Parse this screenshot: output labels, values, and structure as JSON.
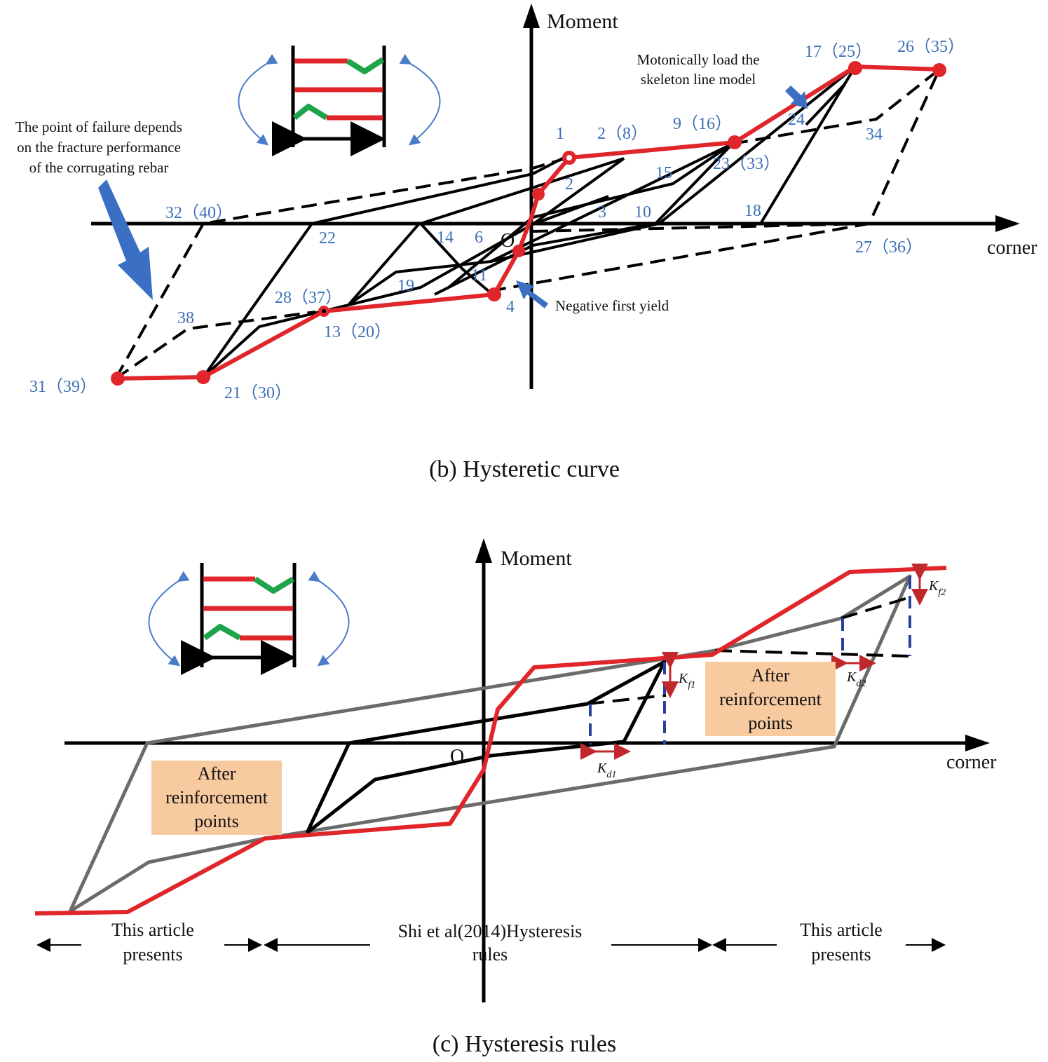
{
  "panel_b": {
    "y_axis_label": "Moment",
    "x_axis_label": "corner",
    "origin_label": "O",
    "caption": "(b) Hysteretic curve",
    "annotations": {
      "failure_point": [
        "The point of failure depends",
        "on the fracture performance",
        "of the corrugating rebar"
      ],
      "monotonic": [
        "Motonically load the",
        "skeleton line model"
      ],
      "negative_yield": "Negative first yield"
    },
    "point_labels": {
      "p1": "1",
      "p2": "2",
      "p2_8": "2（8）",
      "p3": "3",
      "p4": "4",
      "p6": "6",
      "p9_16": "9（16）",
      "p10": "10",
      "p11": "11",
      "p13_20": "13（20）",
      "p14": "14",
      "p15": "15",
      "p17_25": "17（25）",
      "p18": "18",
      "p19": "19",
      "p21_30": "21（30）",
      "p22": "22",
      "p23_33": "23（33）",
      "p24": "24",
      "p26_35": "26（35）",
      "p27_36": "27（36）",
      "p28_37": "28（37）",
      "p31_39": "31（39）",
      "p32_40": "32（40）",
      "p34": "34",
      "p38": "38"
    }
  },
  "panel_c": {
    "y_axis_label": "Moment",
    "x_axis_label": "corner",
    "origin_label": "O",
    "caption": "(c) Hysteresis rules",
    "box_right": [
      "After",
      "reinforcement",
      "points"
    ],
    "box_left": [
      "After",
      "reinforcement",
      "points"
    ],
    "symbols": {
      "kf1": "K",
      "kf1_sub": "f1",
      "kf2": "K",
      "kf2_sub": "f2",
      "kd1": "K",
      "kd1_sub": "d1",
      "kd2": "K",
      "kd2_sub": "d2"
    },
    "regions": {
      "left": [
        "This article",
        "presents"
      ],
      "middle": [
        "Shi et al(2014)Hysteresis",
        "rules"
      ],
      "right": [
        "This article",
        "presents"
      ]
    }
  },
  "colors": {
    "skeleton_red": "#e0262a",
    "curve_black": "#000000",
    "curve_gray": "#6b6b6b",
    "label_blue": "#3b6fb6",
    "arrow_blue": "#3a6fc4",
    "rebar_green": "#1ea44a",
    "box_orange": "#f8caa0",
    "dash_blue": "#2a3f9e"
  }
}
